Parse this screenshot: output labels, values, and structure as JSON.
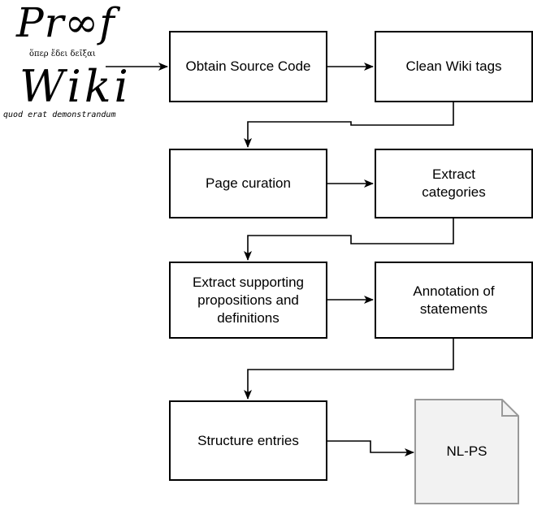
{
  "logo": {
    "proof": "Pr∞f",
    "greek": "ὅπερ ἔδει δεῖξαι",
    "wiki": "Wiki",
    "latin": "quod erat demonstrandum"
  },
  "nodes": {
    "obtain": "Obtain Source Code",
    "clean": "Clean Wiki tags",
    "curation": "Page curation",
    "categories": "Extract\ncategories",
    "supporting": "Extract supporting\npropositions and\ndefinitions",
    "annotation": "Annotation of\nstatements",
    "structure": "Structure entries",
    "output": "NL-PS"
  },
  "colors": {
    "stroke": "#000000",
    "doc_fill": "#f2f2f2",
    "doc_stroke": "#999999"
  }
}
